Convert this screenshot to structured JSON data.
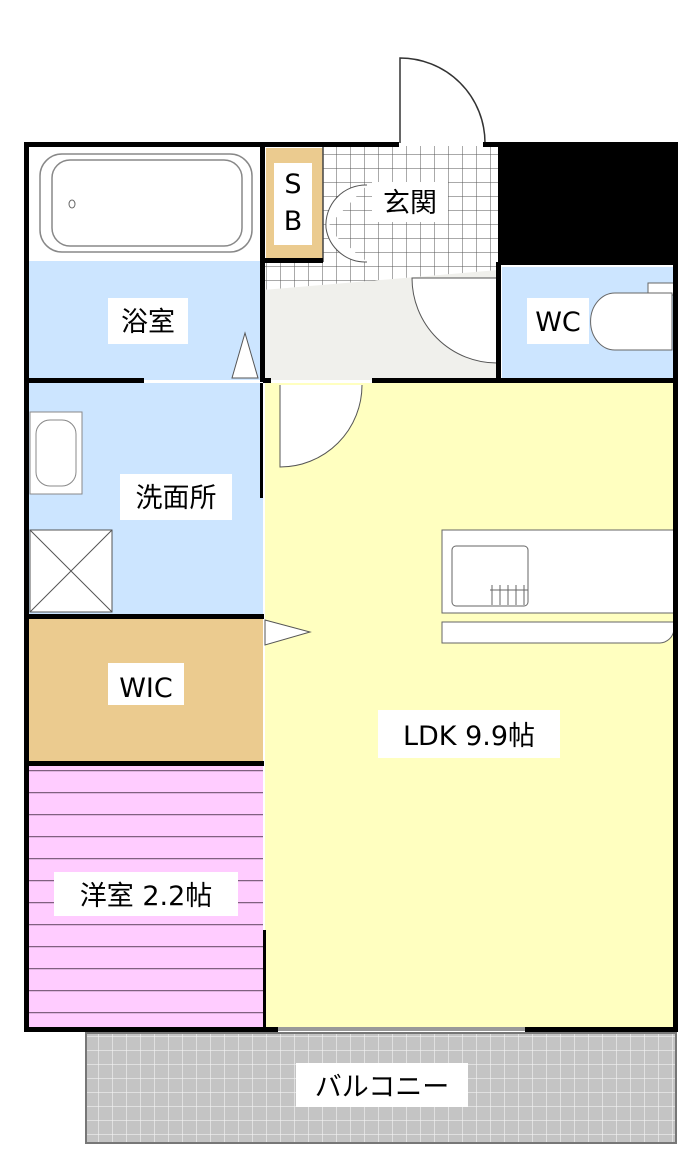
{
  "floorplan": {
    "rooms": {
      "bathroom": {
        "label": "浴室"
      },
      "shoe_box": {
        "label_top": "S",
        "label_bottom": "B"
      },
      "entrance": {
        "label": "玄関"
      },
      "toilet": {
        "label": "WC"
      },
      "washroom": {
        "label": "洗面所"
      },
      "walk_in_closet": {
        "label": "WIC"
      },
      "western_room": {
        "label": "洋室 2.2帖"
      },
      "ldk": {
        "label": "LDK 9.9帖"
      },
      "balcony": {
        "label": "バルコニー"
      }
    },
    "colors": {
      "wet_area": "#CCE5FF",
      "storage": "#EBCB8F",
      "bedroom": "#FFCCFF",
      "living": "#FFFFC0",
      "balcony": "#C4C4C4",
      "wall": "#000000"
    }
  }
}
